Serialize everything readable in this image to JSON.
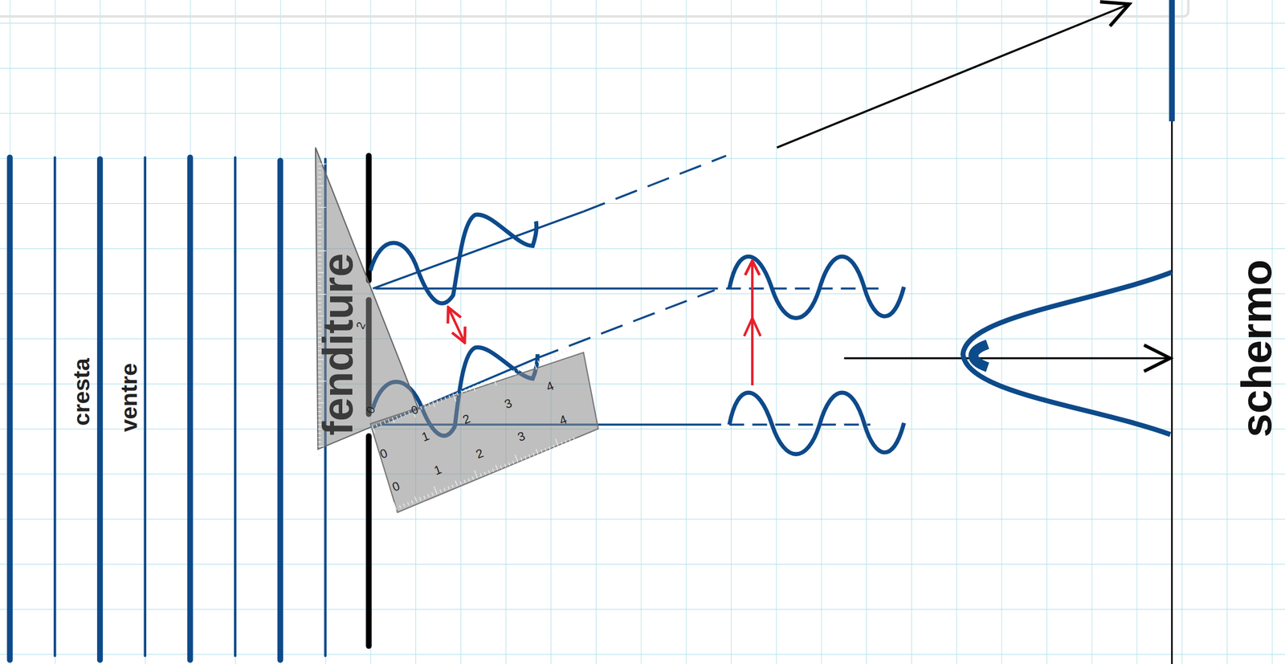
{
  "diagram": {
    "labels": [
      "cresta",
      "ventre",
      "fenditure",
      "schermo",
      "2",
      "0",
      "0",
      "0",
      "1",
      "2",
      "3",
      "4",
      "0",
      "1",
      "2",
      "3",
      "4"
    ]
  }
}
